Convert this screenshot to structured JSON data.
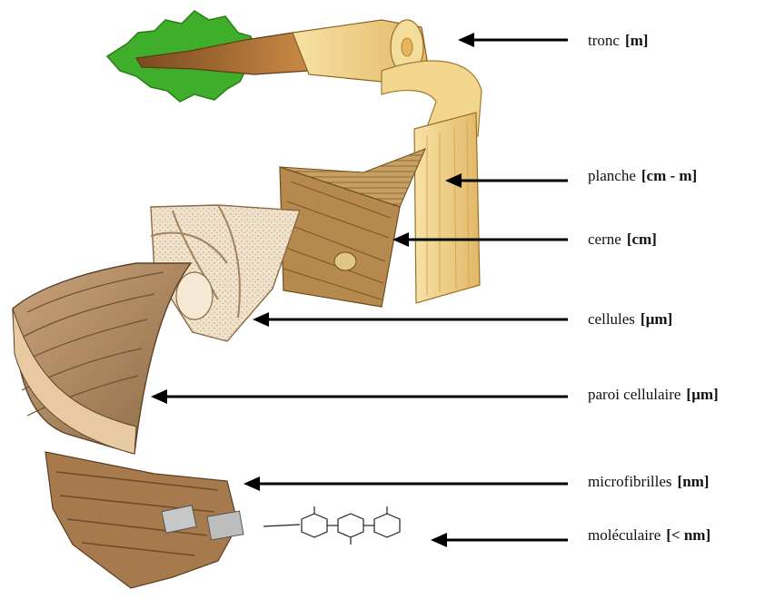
{
  "labels": [
    {
      "name": "tronc",
      "unit": "[m]"
    },
    {
      "name": "planche",
      "unit": "[cm - m]"
    },
    {
      "name": "cerne",
      "unit": "[cm]"
    },
    {
      "name": "cellules",
      "unit": "[µm]"
    },
    {
      "name": "paroi cellulaire",
      "unit": "[µm]"
    },
    {
      "name": "microfibrilles",
      "unit": "[nm]"
    },
    {
      "name": "moléculaire",
      "unit": "[< nm]"
    }
  ],
  "colors": {
    "leaf": "#3fae2a",
    "bark": "#8b5a2b",
    "wood": "#f2d58a",
    "wood_dark": "#d9ae58",
    "arrow": "#000000"
  },
  "icons": [
    "tree-illustration",
    "plank-illustration",
    "growth-ring-block-illustration",
    "cells-illustration",
    "cell-wall-illustration",
    "microfibrils-illustration",
    "glucose-chain-illustration"
  ]
}
